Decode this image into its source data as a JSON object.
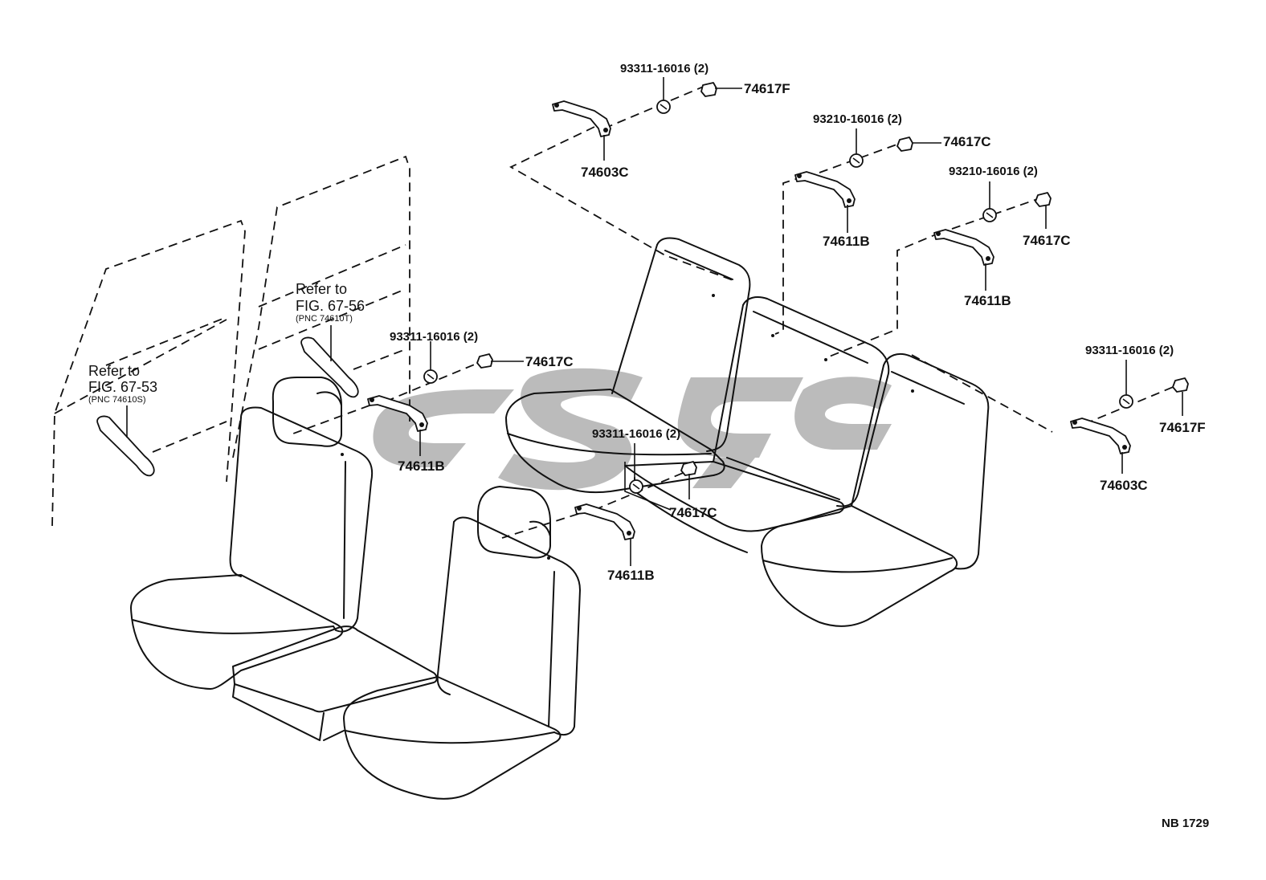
{
  "diagram": {
    "code": "NB 1729",
    "refs": {
      "fig_67_53": {
        "line1": "Refer to",
        "line2": "FIG. 67-53",
        "line3": "(PNC 74610S)"
      },
      "fig_67_56": {
        "line1": "Refer to",
        "line2": "FIG. 67-56",
        "line3": "(PNC 74610T)"
      }
    },
    "labels": {
      "screw_top": "93311-16016 (2)",
      "cover_top": "74617F",
      "handle_top": "74603C",
      "screw_right1": "93210-16016 (2)",
      "cover_right1": "74617C",
      "handle_right1": "74611B",
      "screw_right2": "93210-16016 (2)",
      "cover_right2": "74617C",
      "handle_right2": "74611B",
      "screw_far_right": "93311-16016 (2)",
      "cover_far_right": "74617F",
      "handle_far_right": "74603C",
      "screw_front_mid": "93311-16016 (2)",
      "cover_front_mid": "74617C",
      "handle_front_mid": "74611B",
      "screw_center_low": "93311-16016 (2)",
      "cover_center_low": "74617C",
      "handle_center_low": "74611B"
    }
  }
}
